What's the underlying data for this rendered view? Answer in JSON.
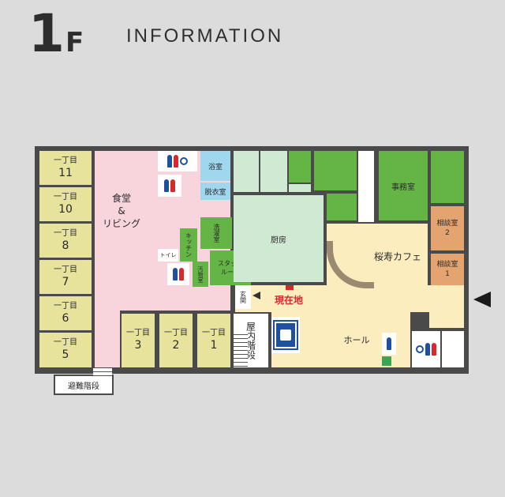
{
  "header": {
    "floor_number": "1",
    "floor_suffix": "F",
    "title": "INFORMATION"
  },
  "units_left": [
    {
      "label": "一丁目",
      "num": "11"
    },
    {
      "label": "一丁目",
      "num": "10"
    },
    {
      "label": "一丁目",
      "num": "8"
    },
    {
      "label": "一丁目",
      "num": "7"
    },
    {
      "label": "一丁目",
      "num": "6"
    },
    {
      "label": "一丁目",
      "num": "5"
    }
  ],
  "units_bottom": [
    {
      "label": "一丁目",
      "num": "3"
    },
    {
      "label": "一丁目",
      "num": "2"
    },
    {
      "label": "一丁目",
      "num": "1"
    }
  ],
  "rooms": {
    "dining": "食堂\n&\nリビング",
    "bath": "浴室",
    "changing": "脱衣室",
    "laundry": "洗濯室",
    "kitchenette": "キッチン",
    "toilet": "トイレ",
    "dirty": "汚物室",
    "staff": "スタッフ\nルーム",
    "kitchen": "厨房",
    "office": "事務室",
    "cafe": "桜寿カフェ",
    "consult2": "相談室\n2",
    "consult1": "相談室\n1",
    "hall": "ホール",
    "entrance": "玄関",
    "indoor_stairs": "屋内階段",
    "evac_stairs": "避難階段"
  },
  "you_are_here": "現在地",
  "colors": {
    "here": "#d8282c",
    "accent_green": "#64b545",
    "units": "#e7e39d"
  }
}
